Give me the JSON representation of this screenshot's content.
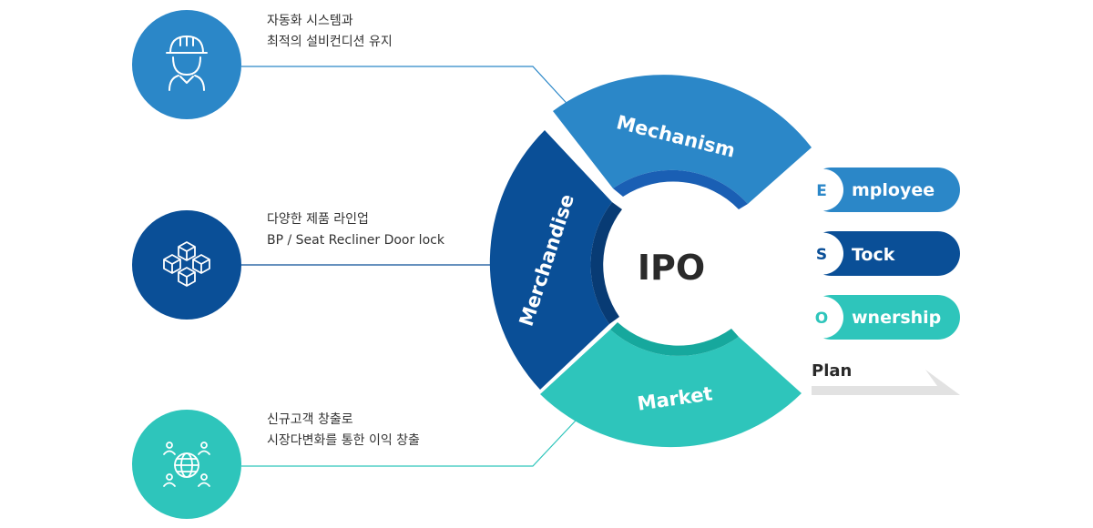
{
  "features": [
    {
      "icon": "worker-helmet-icon",
      "line1": "자동화 시스템과",
      "line2": "최적의 설비컨디션 유지"
    },
    {
      "icon": "cubes-network-icon",
      "line1": "다양한 제품 라인업",
      "line2": "BP / Seat Recliner Door lock"
    },
    {
      "icon": "globe-people-icon",
      "line1": "신규고객 창출로",
      "line2": "시장다변화를 통한 이익 창출"
    }
  ],
  "ring": {
    "center": "IPO",
    "segments": {
      "mechanism": "Mechanism",
      "merchandise": "Merchandise",
      "market": "Market"
    }
  },
  "esop": [
    {
      "letter": "E",
      "word": "mployee"
    },
    {
      "letter": "S",
      "word": "Tock"
    },
    {
      "letter": "O",
      "word": "wnership"
    }
  ],
  "plan": "Plan",
  "colors": {
    "blue": "#2b87c8",
    "navy": "#0a4f97",
    "teal": "#2ec5bb",
    "mechanism_dark": "#1a5fb4",
    "merchandise_dark": "#083b74",
    "market_dark": "#16a89d",
    "plan_arrow": "#e2e2e2"
  }
}
